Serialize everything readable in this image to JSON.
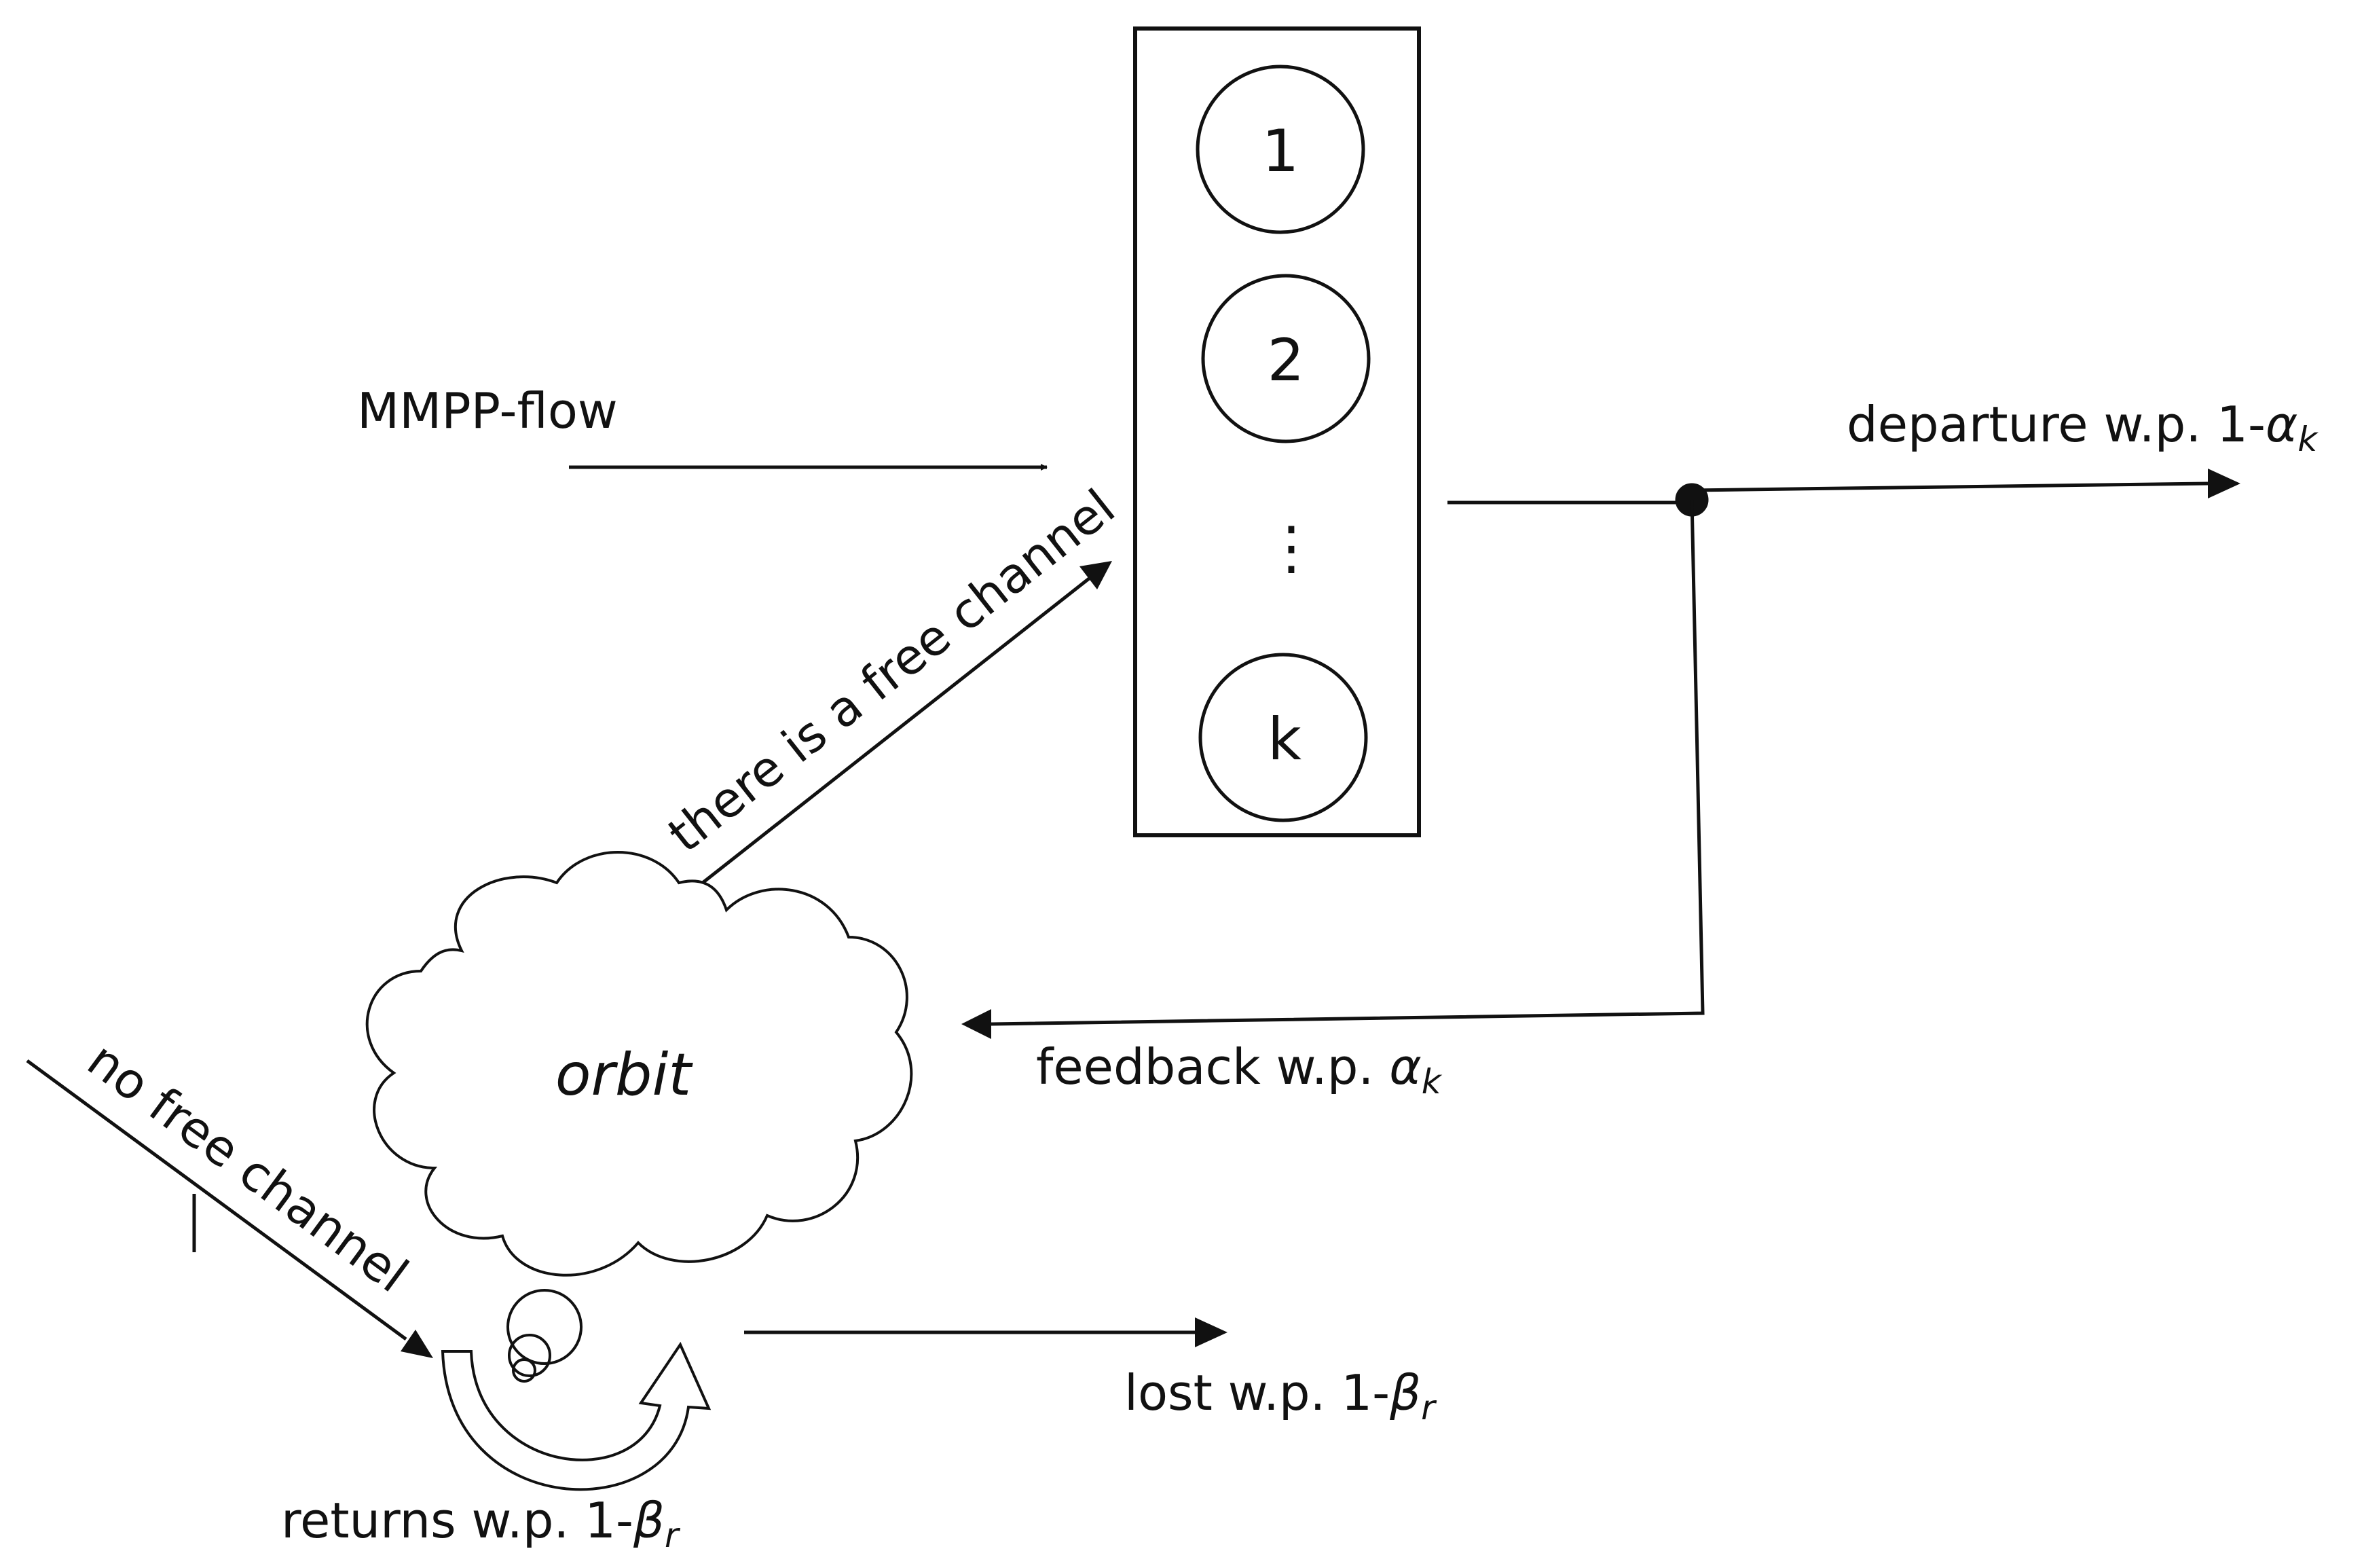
{
  "labels": {
    "input_flow": "MMPP-flow",
    "free_channel": "there is a free channel",
    "departure_prefix": "departure w.p. 1-",
    "feedback_prefix": "feedback w.p. ",
    "orbit": "orbit",
    "no_free_channel": "no free channel",
    "lost_prefix": "lost w.p. 1-",
    "returns_prefix": "returns w.p. 1-",
    "dots": "⋮"
  },
  "symbols": {
    "alpha": "α",
    "alpha_sub": "k",
    "beta": "β",
    "beta_sub": "r"
  },
  "channels": [
    "1",
    "2",
    "k"
  ]
}
